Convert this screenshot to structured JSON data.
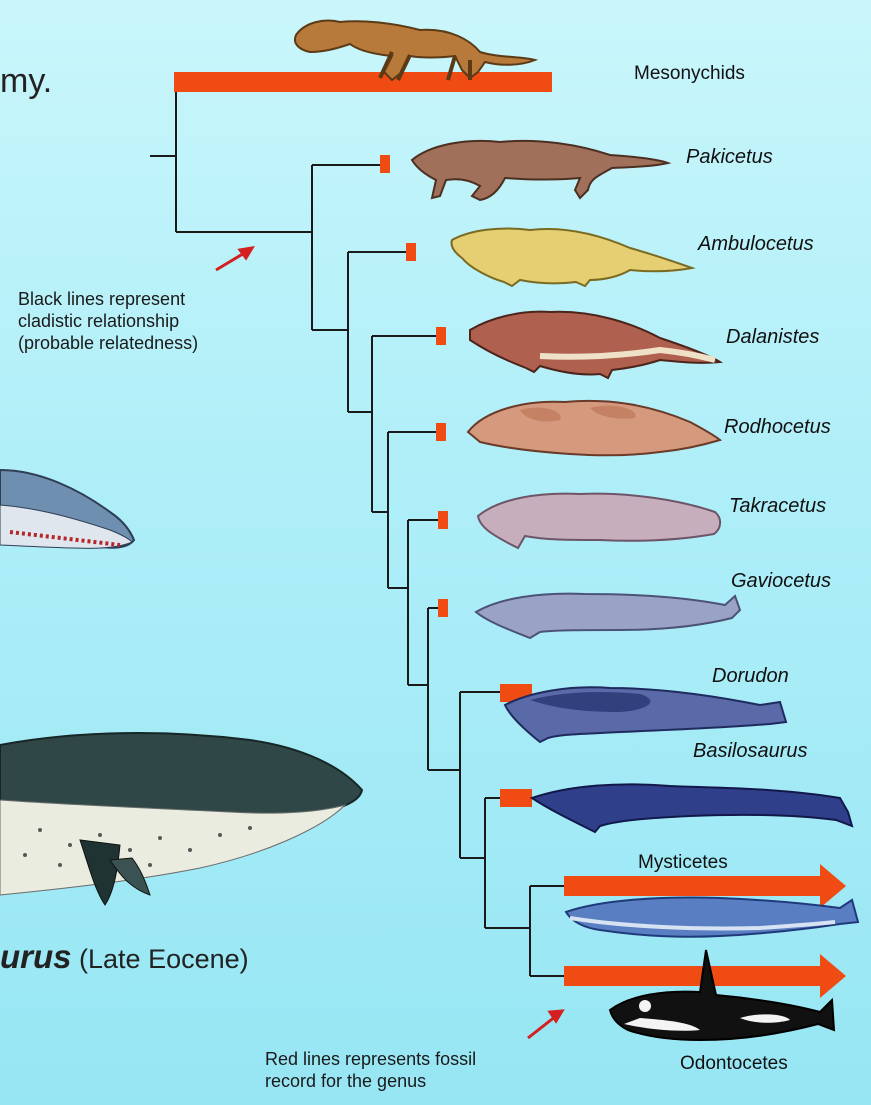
{
  "title_fragment": "my.",
  "caption": {
    "name_fragment": "urus",
    "period": "(Late Eocene)"
  },
  "notes": {
    "black_lines": "Black lines represent\ncladistic relationship\n(probable relatedness)",
    "red_lines": "Red lines represents fossil\nrecord for the genus"
  },
  "taxa": [
    {
      "id": "mesonychids",
      "label": "Mesonychids"
    },
    {
      "id": "pakicetus",
      "label": "Pakicetus"
    },
    {
      "id": "ambulocetus",
      "label": "Ambulocetus"
    },
    {
      "id": "dalanistes",
      "label": "Dalanistes"
    },
    {
      "id": "rodhocetus",
      "label": "Rodhocetus"
    },
    {
      "id": "takracetus",
      "label": "Takracetus"
    },
    {
      "id": "gaviocetus",
      "label": "Gaviocetus"
    },
    {
      "id": "dorudon",
      "label": "Dorudon"
    },
    {
      "id": "basilosaurus",
      "label": "Basilosaurus"
    },
    {
      "id": "mysticetes",
      "label": "Mysticetes"
    },
    {
      "id": "odontocetes",
      "label": "Odontocetes"
    }
  ],
  "colors": {
    "background_top": "#c9f6fb",
    "background_bottom": "#97e6f4",
    "fossil_record": "#f04b12",
    "cladogram_line": "#1a1a1a",
    "pointer_arrow": "#d42020"
  }
}
